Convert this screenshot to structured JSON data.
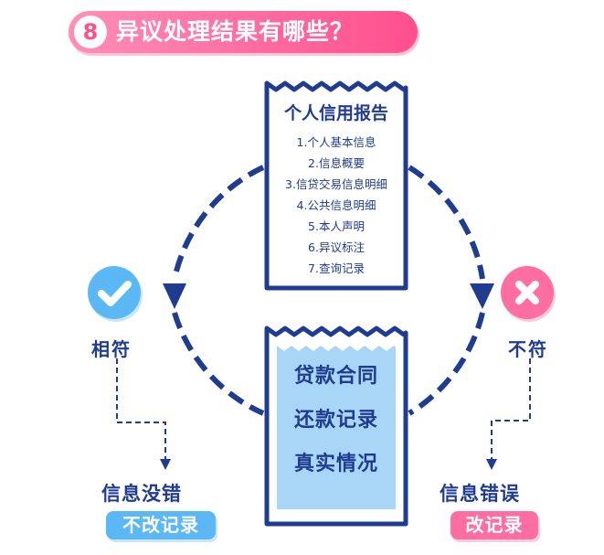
{
  "title": {
    "number": "8",
    "text": "异议处理结果有哪些？"
  },
  "report": {
    "title": "个人信用报告",
    "items": [
      "1.个人基本信息",
      "2.信息概要",
      "3.信贷交易信息明细",
      "4.公共信息明细",
      "5.本人声明",
      "6.异议标注",
      "7.查询记录"
    ]
  },
  "contract": {
    "lines": [
      "贷款合同",
      "还款记录",
      "真实情况"
    ]
  },
  "match": {
    "label": "相符",
    "result_title": "信息没错",
    "result_tag": "不改记录",
    "icon": "check-icon"
  },
  "mismatch": {
    "label": "不符",
    "result_title": "信息错误",
    "result_tag": "改记录",
    "icon": "cross-icon"
  },
  "colors": {
    "navy": "#1f3c8f",
    "blue": "#5bb8f5",
    "pink": "#ff6ea1",
    "light_blue_fill": "#a9d5f7"
  }
}
